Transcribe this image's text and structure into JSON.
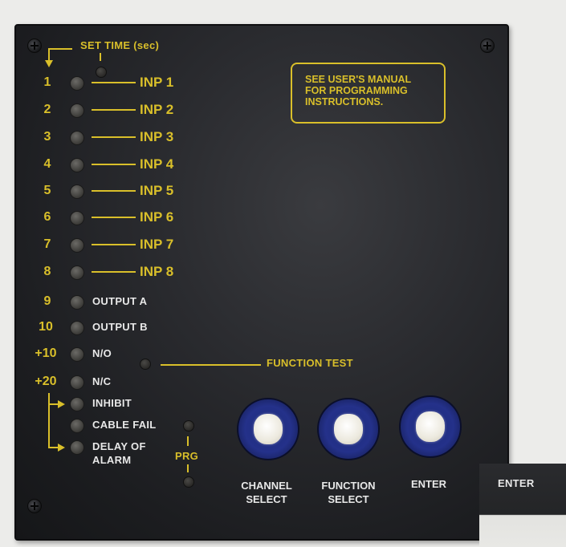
{
  "set_time_label": "SET TIME (sec)",
  "notice": [
    "SEE USER'S MANUAL",
    "FOR PROGRAMMING",
    "INSTRUCTIONS."
  ],
  "rows": [
    {
      "num": "1",
      "label": "INP 1"
    },
    {
      "num": "2",
      "label": "INP 2"
    },
    {
      "num": "3",
      "label": "INP 3"
    },
    {
      "num": "4",
      "label": "INP 4"
    },
    {
      "num": "5",
      "label": "INP 5"
    },
    {
      "num": "6",
      "label": "INP 6"
    },
    {
      "num": "7",
      "label": "INP 7"
    },
    {
      "num": "8",
      "label": "INP 8"
    },
    {
      "num": "9",
      "label": "OUTPUT A"
    },
    {
      "num": "10",
      "label": "OUTPUT B"
    },
    {
      "num": "+10",
      "label": "N/O"
    },
    {
      "num": "+20",
      "label": "N/C"
    },
    {
      "num": "",
      "label": "INHIBIT"
    },
    {
      "num": "",
      "label": "CABLE FAIL"
    },
    {
      "num": "",
      "label": "DELAY OF"
    }
  ],
  "delay_line2": "ALARM",
  "function_test": "FUNCTION TEST",
  "prg": "PRG",
  "buttons": [
    {
      "line1": "CHANNEL",
      "line2": "SELECT"
    },
    {
      "line1": "FUNCTION",
      "line2": "SELECT"
    },
    {
      "line1": "ENTER",
      "line2": ""
    }
  ],
  "inset_label": "ENTER",
  "colors": {
    "panel": "#2a2b2f",
    "legend": "#d9bf2a",
    "button_ring": "#24318a",
    "button_cap": "#ece9de"
  }
}
